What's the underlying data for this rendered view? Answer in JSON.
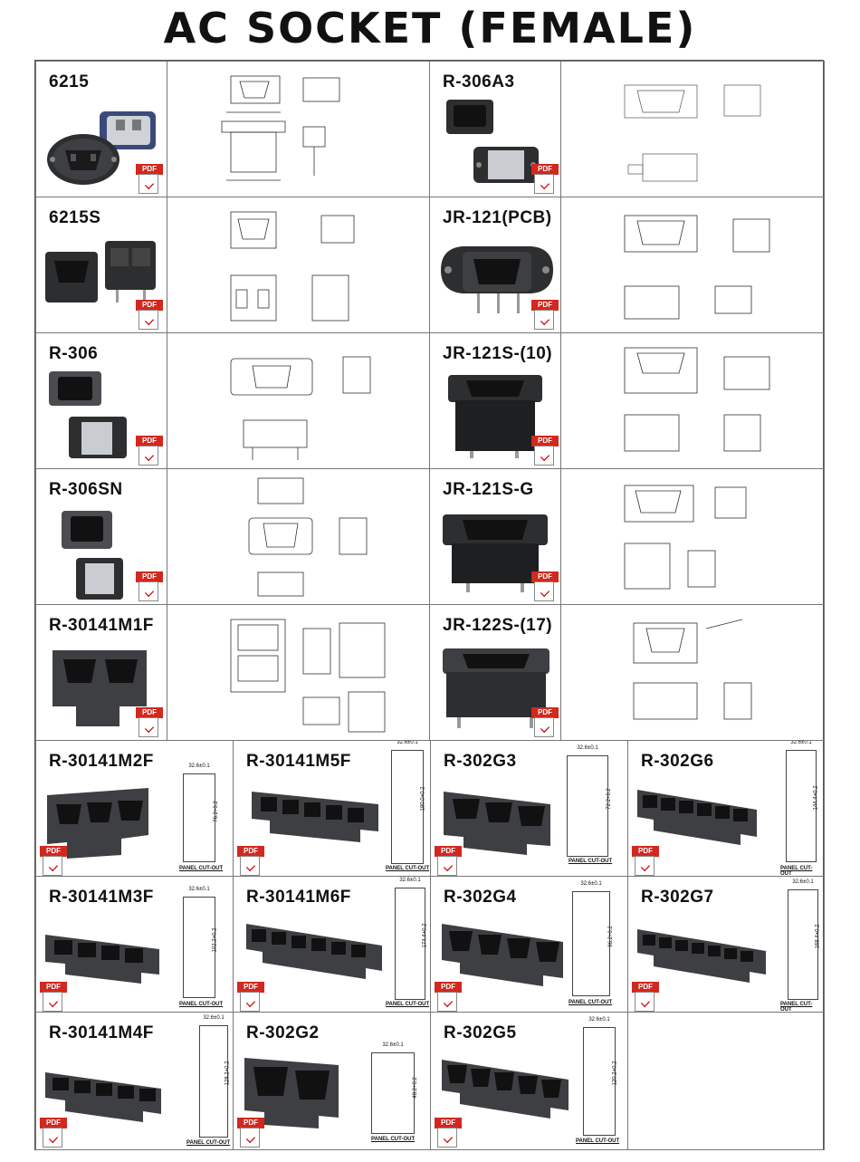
{
  "title": "AC  SOCKET (FEMALE)",
  "pdf_label": "PDF",
  "panel_cutout": "PANEL CUT-OUT",
  "rows_top": [
    {
      "left": "6215",
      "right": "R-306A3"
    },
    {
      "left": "6215S",
      "right": "JR-121(PCB)"
    },
    {
      "left": "R-306",
      "right": "JR-121S-(10)"
    },
    {
      "left": "R-306SN",
      "right": "JR-121S-G"
    },
    {
      "left": "R-30141M1F",
      "right": "JR-122S-(17)"
    }
  ],
  "rows_bottom": [
    [
      "R-30141M2F",
      "R-30141M5F",
      "R-302G3",
      "R-302G6"
    ],
    [
      "R-30141M3F",
      "R-30141M6F",
      "R-302G4",
      "R-302G7"
    ],
    [
      "R-30141M4F",
      "R-302G2",
      "R-302G5",
      ""
    ]
  ],
  "cutout_dims": {
    "R-30141M2F": {
      "w": "32.6±0.1",
      "h": "76.2+0.2"
    },
    "R-30141M5F": {
      "w": "32.6±0.1",
      "h": "180.0+0.2"
    },
    "R-302G3": {
      "w": "32.6±0.1",
      "h": "72.2+0.2"
    },
    "R-302G6": {
      "w": "32.6±0.1",
      "h": "144.4+0.2"
    },
    "R-30141M3F": {
      "w": "32.6±0.1",
      "h": "102.2+0.2"
    },
    "R-30141M6F": {
      "w": "32.6±0.1",
      "h": "174.4+0.2"
    },
    "R-302G4": {
      "w": "32.6±0.1",
      "h": "96.2+0.2"
    },
    "R-302G7": {
      "w": "32.6±0.1",
      "h": "168.4+0.2"
    },
    "R-30141M4F": {
      "w": "32.6±0.1",
      "h": "128.2+0.2"
    },
    "R-302G2": {
      "w": "32.6±0.1",
      "h": "48.2+0.2"
    },
    "R-302G5": {
      "w": "32.6±0.1",
      "h": "120.2+0.2"
    }
  },
  "colors": {
    "pdf_red": "#d2281e",
    "socket_dark": "#2c2e30",
    "socket_face": "#4a4c50",
    "flange_blue": "#3b4a7a"
  }
}
